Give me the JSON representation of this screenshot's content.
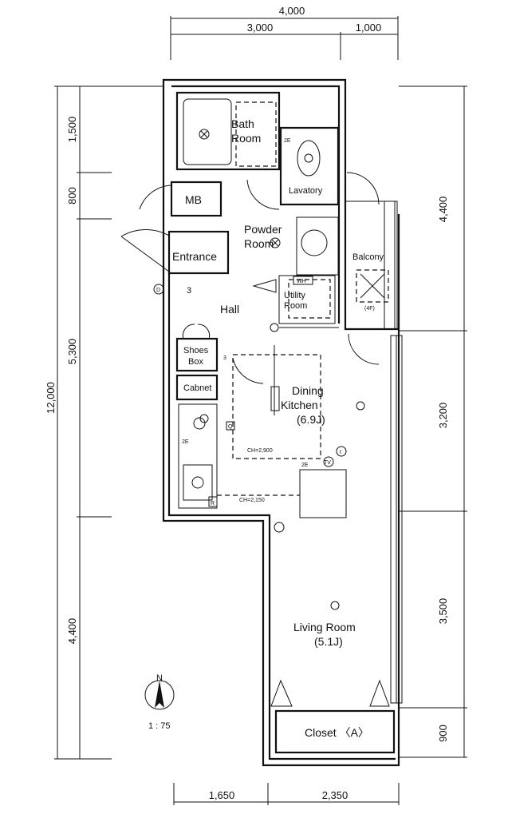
{
  "dimensions": {
    "top_total": "4,000",
    "top_left": "3,000",
    "top_right": "1,000",
    "left_total": "12,000",
    "left_1": "1,500",
    "left_2": "800",
    "left_3": "5,300",
    "left_4": "4,400",
    "right_1": "4,400",
    "right_2": "3,200",
    "right_3": "3,500",
    "right_4": "900",
    "bottom_left": "1,650",
    "bottom_right": "2,350"
  },
  "rooms": {
    "bath_line1": "Bath",
    "bath_line2": "Room",
    "lavatory": "Lavatory",
    "mb": "MB",
    "powder_line1": "Powder",
    "powder_line2": "Room",
    "entrance": "Entrance",
    "balcony": "Balcony",
    "balcony_floor": "(4F)",
    "hall": "Hall",
    "utility_line1": "Utility",
    "utility_line2": "Room",
    "wh": "WH",
    "shoes_line1": "Shoes",
    "shoes_line2": "Box",
    "cabnet": "Cabnet",
    "dining_line1": "Dining",
    "dining_line2": "Kitchen",
    "dining_size": "(6.9J)",
    "living_line1": "Living Room",
    "living_size": "(5.1J)",
    "closet": "Closet 〈A〉"
  },
  "marks": {
    "ch_dining": "CH=2,900",
    "ch_kitchen": "CH=2,150",
    "outlet_2e": "2E",
    "num_3": "3",
    "d_label": "D",
    "q_label": "Q",
    "r_label": "R",
    "t_label": "t",
    "tv_label": "TV"
  },
  "north": {
    "letter": "N",
    "scale": "1 : 75"
  }
}
